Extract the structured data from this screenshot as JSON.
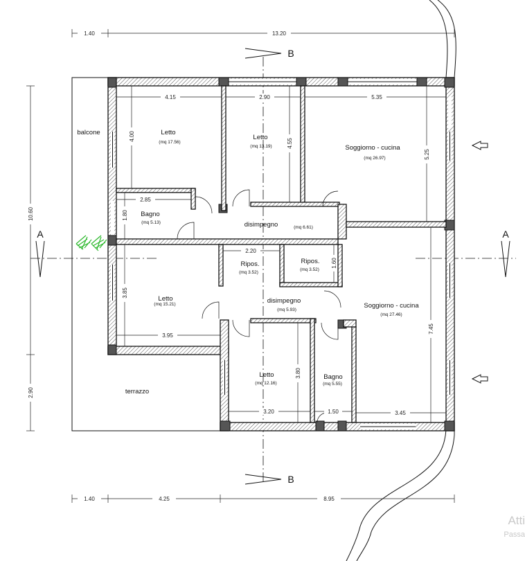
{
  "rooms": {
    "balcone": "balcone",
    "letto1": {
      "name": "Letto",
      "area": "(mq 17.56)"
    },
    "letto2": {
      "name": "Letto",
      "area": "(mq 13.19)"
    },
    "soggiorno1": {
      "name": "Soggiorno - cucina",
      "area": "(mq 26.97)"
    },
    "bagno1": {
      "name": "Bagno",
      "area": "(mq 5.13)"
    },
    "disimpegno1": {
      "name": "disimpegno",
      "area": "(mq 6.61)"
    },
    "ripos1": {
      "name": "Ripos.",
      "area": "(mq 3.52)"
    },
    "ripos2": {
      "name": "Ripos.",
      "area": "(mq 3.52)"
    },
    "letto3": {
      "name": "Letto",
      "area": "(mq 15.21)"
    },
    "disimpegno2": {
      "name": "disimpegno",
      "area": "(mq 5.93)"
    },
    "soggiorno2": {
      "name": "Soggiorno - cucina",
      "area": "(mq 27.46)"
    },
    "letto4": {
      "name": "Letto",
      "area": "(mq 12.16)"
    },
    "bagno2": {
      "name": "Bagno",
      "area": "(mq 5.55)"
    },
    "terrazzo": "terrazzo"
  },
  "dimensions": {
    "top_left": "1.40",
    "top_total": "13.20",
    "bottom_left": "1.40",
    "bottom_mid": "4.25",
    "bottom_right": "8.95",
    "left_upper": "10.60",
    "left_lower": "2.90",
    "letto1_width": "4.15",
    "letto2_width": "2.90",
    "soggiorno1_width": "5.35",
    "letto1_depth": "4.00",
    "letto2_depth": "4.55",
    "soggiorno1_depth": "5.25",
    "bagno1_width": "2.85",
    "bagno1_depth": "1.80",
    "ripos_width": "2.20",
    "ripos_depth": "1.60",
    "letto3_depth": "3.85",
    "letto3_width": "3.95",
    "soggiorno2_depth": "7.45",
    "letto4_depth": "3.80",
    "letto4_width": "3.20",
    "bagno2_width": "1.50",
    "soggiorno2_width": "3.45"
  },
  "sections": {
    "b_top": "B",
    "b_bottom": "B",
    "a_left": "A",
    "a_right": "A"
  },
  "watermark": {
    "line1": "Atti",
    "line2": "Passa"
  }
}
